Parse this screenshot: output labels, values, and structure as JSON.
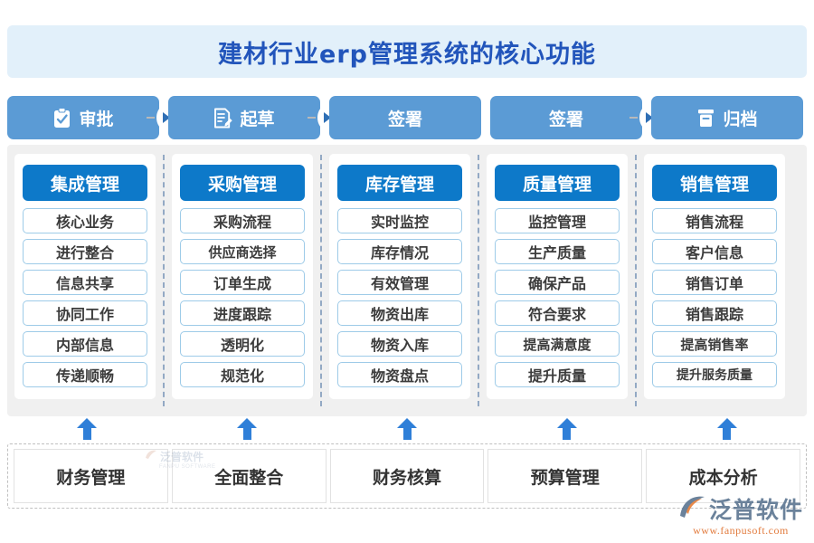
{
  "title": "建材行业erp管理系统的核心功能",
  "flow_steps": [
    {
      "label": "审批",
      "icon": "clipboard-check-icon",
      "has_icon": true
    },
    {
      "label": "起草",
      "icon": "document-edit-icon",
      "has_icon": true
    },
    {
      "label": "签署",
      "icon": "",
      "has_icon": false
    },
    {
      "label": "签署",
      "icon": "",
      "has_icon": false
    },
    {
      "label": "归档",
      "icon": "archive-box-icon",
      "has_icon": true
    }
  ],
  "connectors": [
    {
      "icon": "play-arrow-icon",
      "after_step": 1
    },
    {
      "icon": "play-arrow-icon",
      "after_step": 2
    },
    {
      "icon": "play-arrow-icon",
      "after_step": 4
    }
  ],
  "columns": [
    {
      "head": "集成管理",
      "items": [
        "核心业务",
        "进行整合",
        "信息共享",
        "协同工作",
        "内部信息",
        "传递顺畅"
      ]
    },
    {
      "head": "采购管理",
      "items": [
        "采购流程",
        "供应商选择",
        "订单生成",
        "进度跟踪",
        "透明化",
        "规范化"
      ]
    },
    {
      "head": "库存管理",
      "items": [
        "实时监控",
        "库存情况",
        "有效管理",
        "物资出库",
        "物资入库",
        "物资盘点"
      ]
    },
    {
      "head": "质量管理",
      "items": [
        "监控管理",
        "生产质量",
        "确保产品",
        "符合要求",
        "提高满意度",
        "提升质量"
      ]
    },
    {
      "head": "销售管理",
      "items": [
        "销售流程",
        "客户信息",
        "销售订单",
        "销售跟踪",
        "提高销售率",
        "提升服务质量"
      ]
    }
  ],
  "bottom_boxes": [
    "财务管理",
    "全面整合",
    "财务核算",
    "预算管理",
    "成本分析"
  ],
  "arrows": {
    "icon": "up-arrow-icon",
    "count": 5
  },
  "watermark": {
    "cn": "泛普软件",
    "en": "FANPU SOFTWARE"
  },
  "logo": {
    "cn": "泛普软件",
    "url": "www.fanpusoft.com"
  },
  "colors": {
    "title_bg": "#e2f0fa",
    "title_text": "#2255bb",
    "pill_bg": "#5b9bd5",
    "col_head_bg": "#0d79c9",
    "item_border": "#9ecbe8",
    "panel_bg": "#f0f0f0",
    "arrow": "#2f7fd8",
    "logo_orange": "#e0712f"
  }
}
